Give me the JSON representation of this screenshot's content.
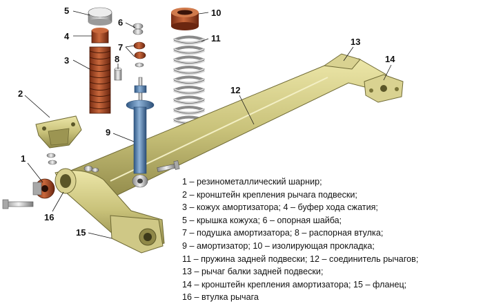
{
  "callouts": [
    "1",
    "2",
    "3",
    "4",
    "5",
    "6",
    "7",
    "8",
    "9",
    "10",
    "11",
    "12",
    "13",
    "14",
    "15",
    "16"
  ],
  "legend": [
    "1 – резинометаллический шарнир;",
    "2 – кронштейн крепления рычага подвески;",
    "3 – кожух амортизатора; 4 – буфер хода сжатия;",
    "5 – крышка кожуха; 6 – опорная шайба;",
    "7 – подушка амортизатора; 8 – распорная втулка;",
    "9 – амортизатор; 10 – изолирующая прокладка;",
    "11 – пружина задней подвески; 12 – соединитель рычагов;",
    "13 – рычаг балки задней подвески;",
    "14 – кронштейн крепления амортизатора; 15 – фланец;",
    "16 – втулка рычага"
  ],
  "colors": {
    "beam": "#c9c27a",
    "copper": "#b5542c",
    "shock": "#5b86b5",
    "steel": "#c8c8c8",
    "text": "#111111"
  }
}
